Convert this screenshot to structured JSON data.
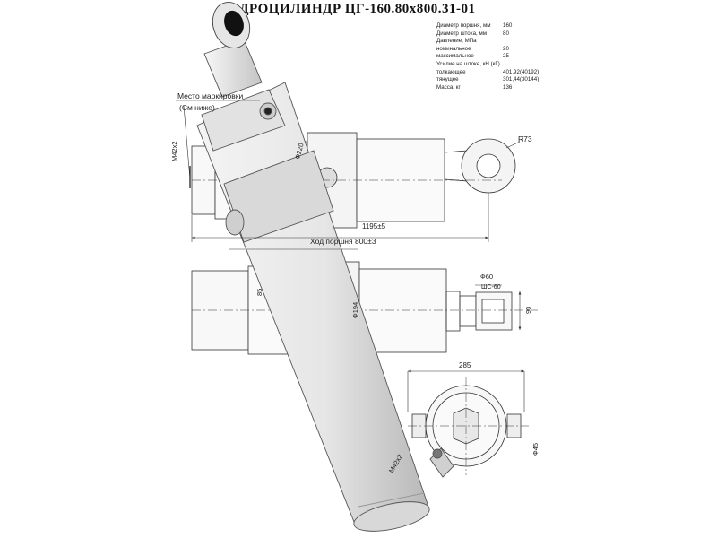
{
  "title": "ГИДРОЦИЛИНДР ЦГ-160.80х800.31-01",
  "specs": [
    {
      "label": "Диаметр поршня, мм",
      "value": "160"
    },
    {
      "label": "Диаметр штока, мм",
      "value": "80"
    },
    {
      "label": "Давление, МПа",
      "value": ""
    },
    {
      "label": "номинальное",
      "value": "20"
    },
    {
      "label": "максимальное",
      "value": "25"
    },
    {
      "label": "Усилие на штоке, кН (кГ)",
      "value": ""
    },
    {
      "label": "толкающее",
      "value": "401,92(40192)"
    },
    {
      "label": "тянущее",
      "value": "301,44(30144)"
    },
    {
      "label": "Масса, кг",
      "value": "136"
    }
  ],
  "annotations": {
    "marking_place": "Место маркировки",
    "see_below": "(См ниже)",
    "stroke": "Ход поршня 800±3",
    "overall_length": "1195±5",
    "radius": "R73",
    "port_thread_top": "М42х2",
    "port_thread_bottom": "М42х2",
    "bore_dia": "Ф220",
    "dia_60": "Ф60",
    "pin_label": "ШС-60",
    "dim_90": "90",
    "dim_85": "85",
    "dim_194": "Ф194",
    "dim_285": "285",
    "dim_45": "Ф45"
  },
  "colors": {
    "line": "#333333",
    "body_fill": "#ececec",
    "body_shadow": "#bdbdbd",
    "dark": "#1a1a1a"
  }
}
